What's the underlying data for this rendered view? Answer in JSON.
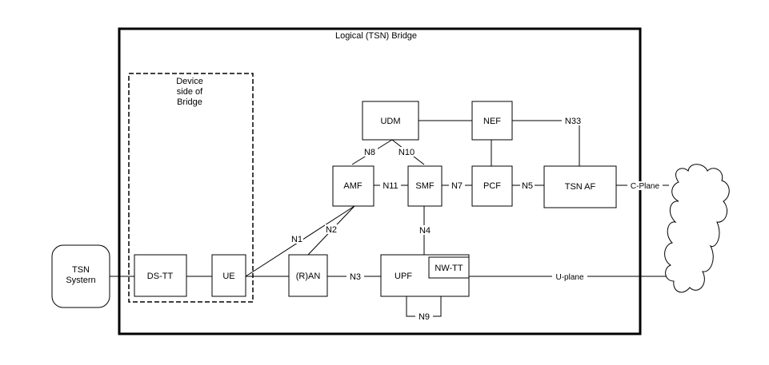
{
  "diagram": {
    "bridge_title": "Logical (TSN) Bridge",
    "device_side": [
      "Device",
      "side of",
      "Bridge"
    ],
    "nodes": {
      "tsn_system": [
        "TSN",
        "Systern"
      ],
      "ds_tt": "DS-TT",
      "ue": "UE",
      "ran": "(R)AN",
      "upf": "UPF",
      "nw_tt": "NW-TT",
      "amf": "AMF",
      "smf": "SMF",
      "pcf": "PCF",
      "tsn_af": "TSN AF",
      "udm": "UDM",
      "nef": "NEF"
    },
    "interfaces": {
      "n1": "N1",
      "n2": "N2",
      "n3": "N3",
      "n4": "N4",
      "n5": "N5",
      "n7": "N7",
      "n8": "N8",
      "n9": "N9",
      "n10": "N10",
      "n11": "N11",
      "n33": "N33",
      "c_plane": "C-Plane",
      "u_plane": "U-plane"
    }
  }
}
